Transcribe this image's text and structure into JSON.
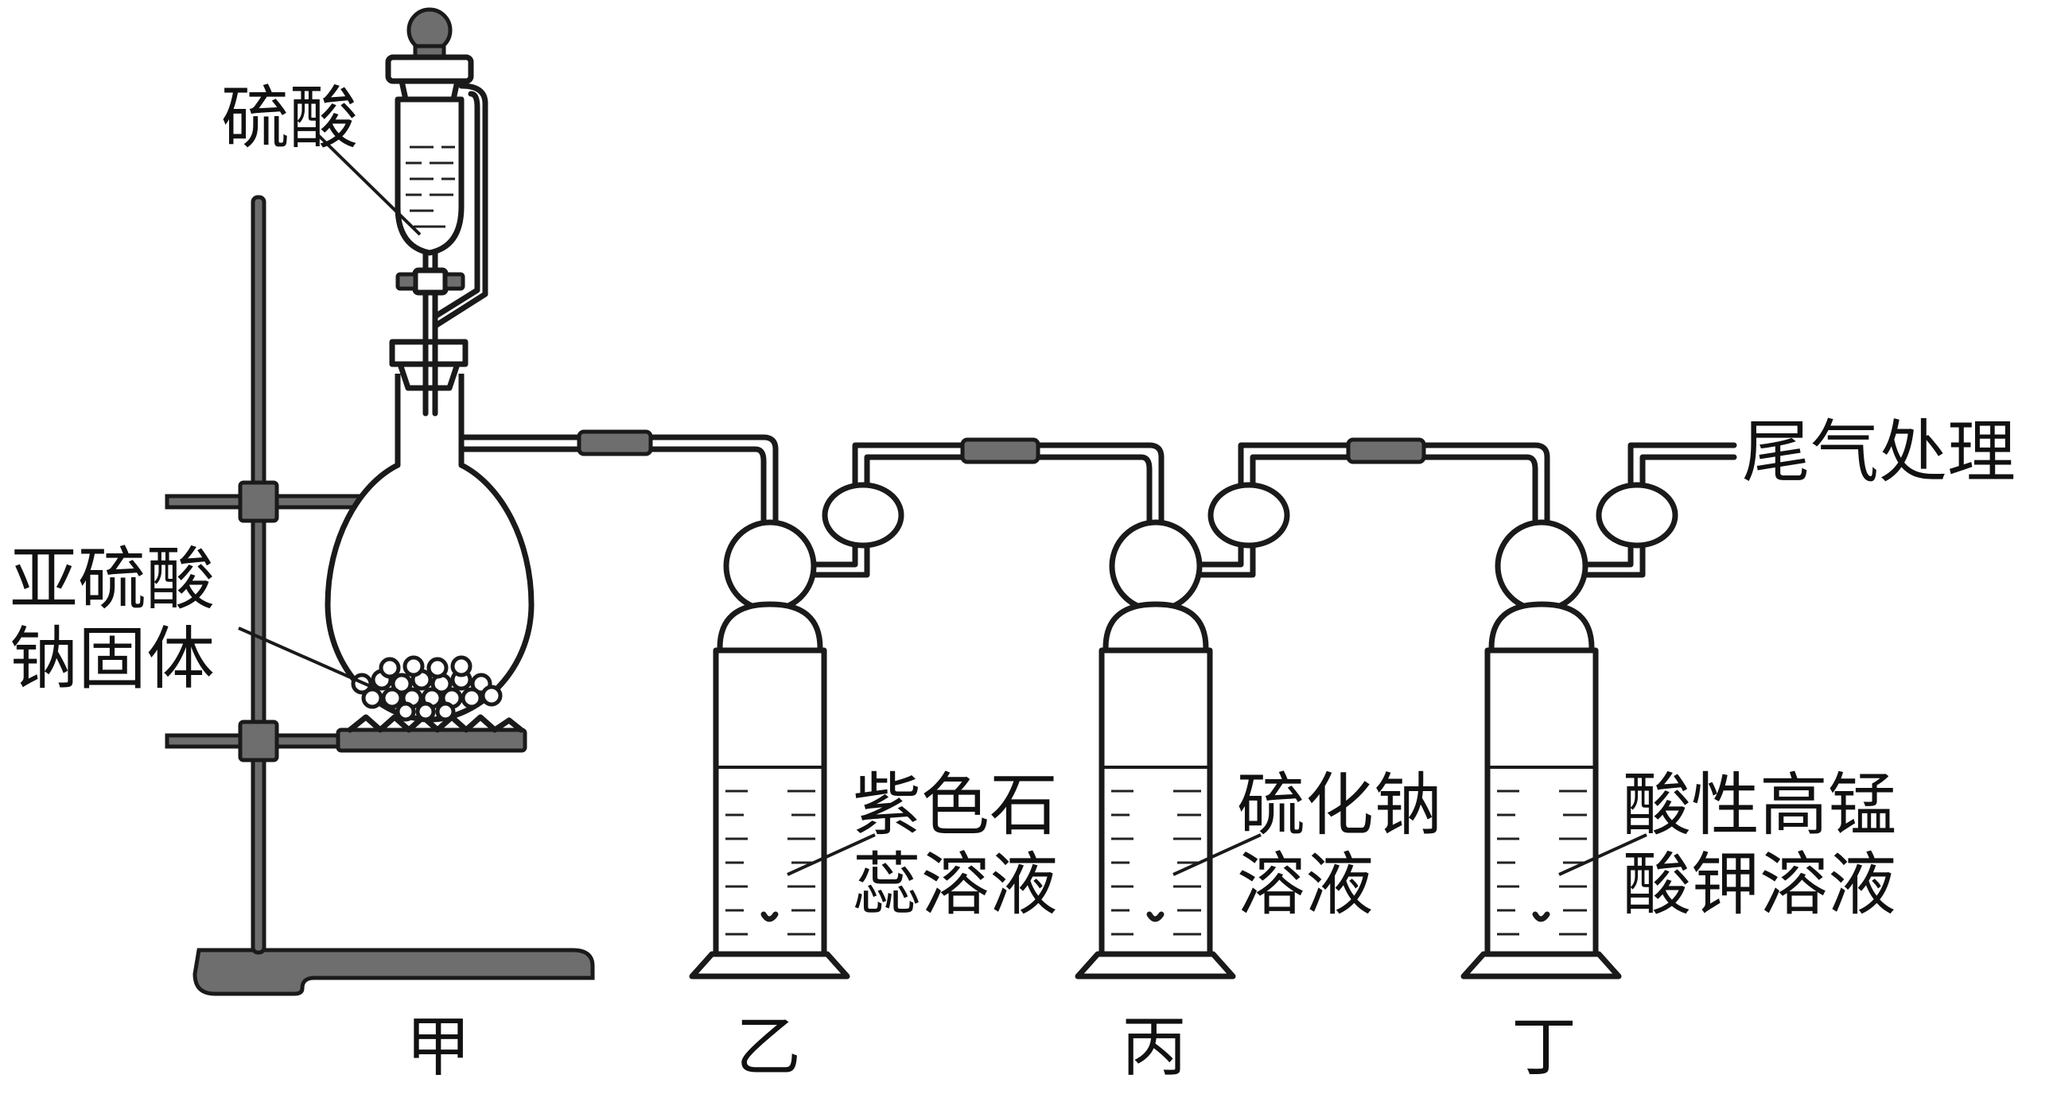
{
  "labels": {
    "sulfuric_acid": "硫酸",
    "sodium_sulfite_line1": "亚硫酸",
    "sodium_sulfite_line2": "钠固体",
    "tail_gas": "尾气处理",
    "litmus_line1": "紫色石",
    "litmus_line2": "蕊溶液",
    "sodium_sulfide_line1": "硫化钠",
    "sodium_sulfide_line2": "溶液",
    "kmno4_line1": "酸性高锰",
    "kmno4_line2": "酸钾溶液"
  },
  "stations": {
    "jia": "甲",
    "yi": "乙",
    "bing": "丙",
    "ding": "丁"
  }
}
